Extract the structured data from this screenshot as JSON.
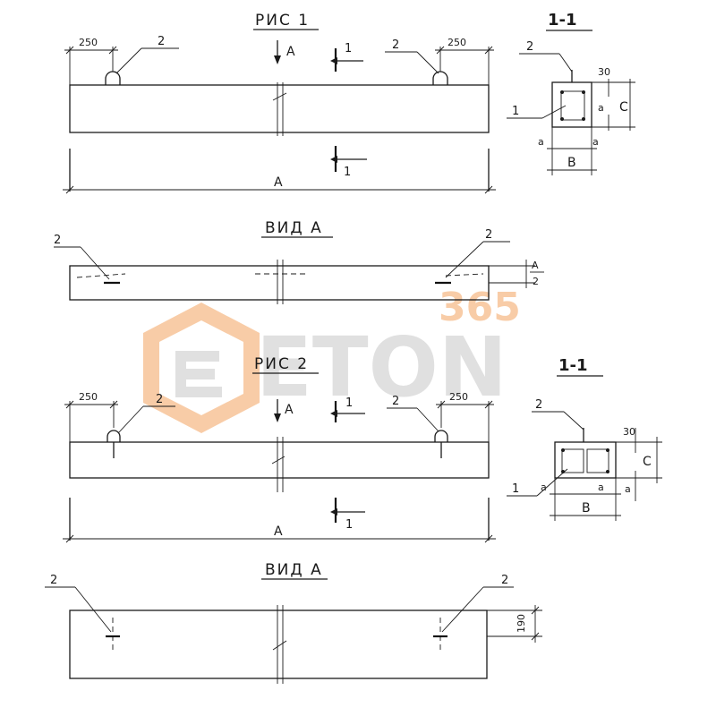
{
  "figures": {
    "fig1": {
      "title": "РИС 1",
      "view_label": "ВИД А"
    },
    "fig2": {
      "title": "РИС 2",
      "view_label": "ВИД А"
    }
  },
  "labels": {
    "section": "1-1",
    "cut_mark": "1",
    "view_letter": "A",
    "callout_loop": "2",
    "callout_rebar": "1",
    "dim_loop_offset": "250",
    "dim_cover": "30",
    "dim_edge": "a",
    "dim_width": "B",
    "dim_height": "C",
    "dim_half_num": "A",
    "dim_half_den": "2",
    "dim_190": "190"
  },
  "watermark": {
    "number": "365",
    "word": "ETON",
    "accent_color": "#f4a460",
    "grey_color": "#c8c8c8"
  }
}
